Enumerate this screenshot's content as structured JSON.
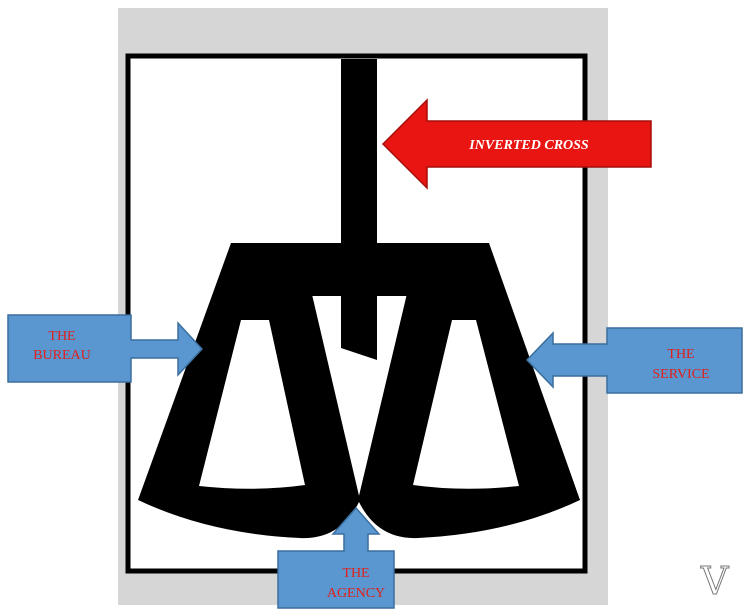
{
  "labels": {
    "inverted_cross": "INVERTED CROSS",
    "bureau_line1": "THE",
    "bureau_line2": "BUREAU",
    "service_line1": "THE",
    "service_line2": "SERVICE",
    "agency_line1": "THE",
    "agency_line2": "AGENCY"
  },
  "corner_glyph": "V",
  "icons": {
    "logo": "scales-of-justice-inverted-cross-icon",
    "arrows": [
      "red-left-arrow-icon",
      "blue-right-arrow-icon",
      "blue-left-arrow-icon",
      "blue-up-arrow-icon"
    ]
  },
  "colors": {
    "frame_bg": "#d6d6d6",
    "logo": "#000000",
    "red_arrow": "#e81512",
    "blue_arrow": "#5a96cf",
    "blue_arrow_border": "#3a6f9e",
    "label_text_red": "#e0201b"
  }
}
